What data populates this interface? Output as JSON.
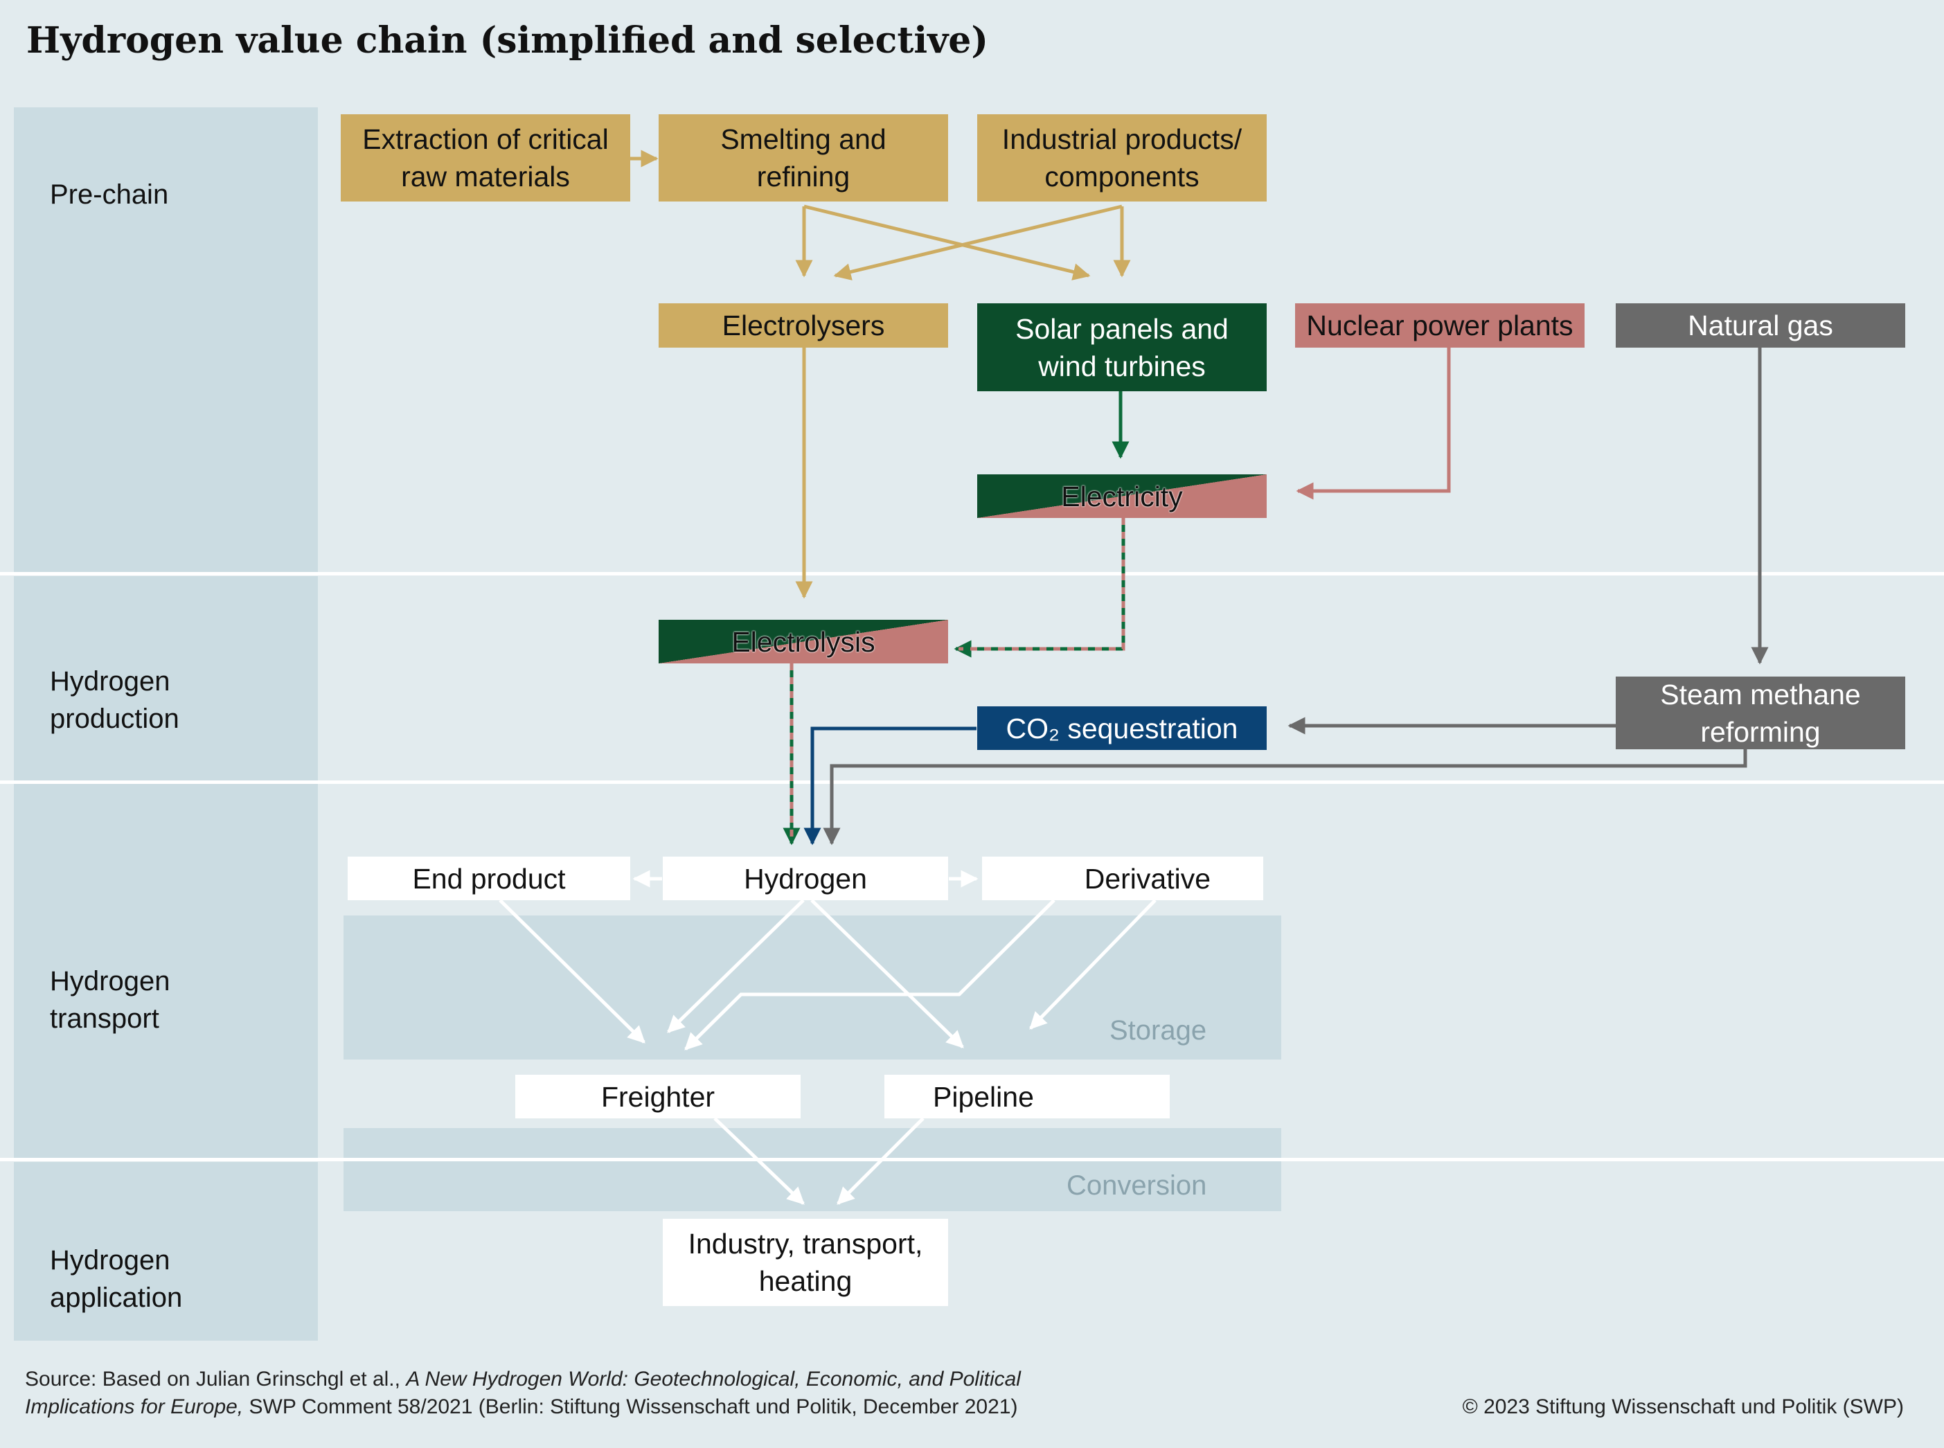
{
  "title": "Hydrogen value chain (simplified and selective)",
  "stages": {
    "prechain": "Pre-chain",
    "production_line1": "Hydrogen",
    "production_line2": "production",
    "transport_line1": "Hydrogen",
    "transport_line2": "transport",
    "application_line1": "Hydrogen",
    "application_line2": "application"
  },
  "nodes": {
    "extraction_line1": "Extraction of critical",
    "extraction_line2": "raw materials",
    "smelting_line1": "Smelting and",
    "smelting_line2": "refining",
    "industrial_line1": "Industrial products/",
    "industrial_line2": "components",
    "electrolysers": "Electrolysers",
    "solar_line1": "Solar panels and",
    "solar_line2": "wind turbines",
    "nuclear": "Nuclear power plants",
    "natural_gas": "Natural gas",
    "electricity": "Electricity",
    "electrolysis": "Electrolysis",
    "co2_sequestration": "CO₂ sequestration",
    "steam_line1": "Steam methane",
    "steam_line2": "reforming",
    "end_product": "End product",
    "hydrogen": "Hydrogen",
    "derivative": "Derivative",
    "freighter": "Freighter",
    "pipeline": "Pipeline",
    "application_line1": "Industry, transport,",
    "application_line2": "heating"
  },
  "panels": {
    "storage": "Storage",
    "conversion": "Conversion"
  },
  "colors": {
    "background": "#e2ebee",
    "stage_band": "#cbdce2",
    "raw_materials": "#cdac62",
    "renewables": "#0c4d2b",
    "nuclear": "#c17a76",
    "natural_gas": "#6a6a6a",
    "co2": "#0b4375"
  },
  "footer": {
    "source_prefix": "Source: Based on Julian Grinschgl et al., ",
    "source_title_part1": "A New Hydrogen World: Geotechnological, Economic, and Political",
    "source_title_part2": "Implications for Europe,",
    "source_rest": " SWP Comment 58/2021 (Berlin: Stiftung Wissenschaft und Politik, December 2021)",
    "copyright": "© 2023 Stiftung Wissenschaft und Politik (SWP)"
  }
}
